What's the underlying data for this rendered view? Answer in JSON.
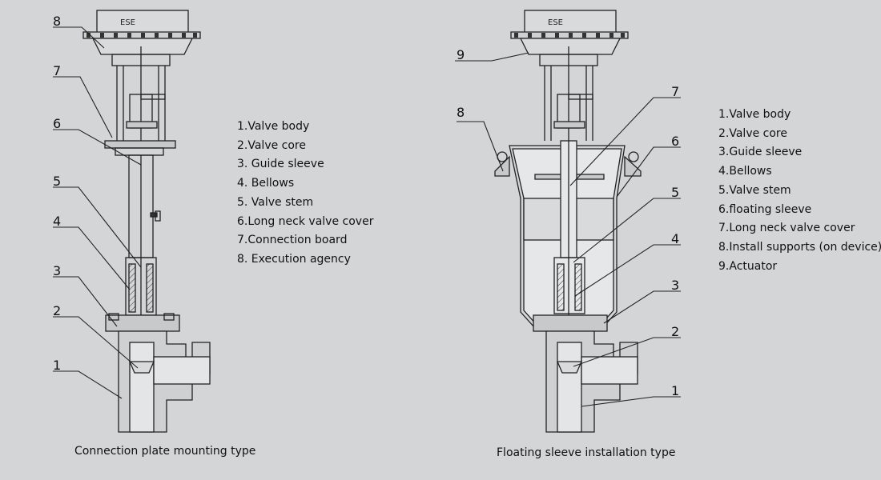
{
  "left_figure": {
    "caption": "Connection plate mounting type",
    "callout_numbers": [
      "8",
      "7",
      "6",
      "5",
      "4",
      "3",
      "2",
      "1"
    ],
    "legend": [
      "1.Valve body",
      "2.Valve core",
      "3. Guide sleeve",
      "4. Bellows",
      "5. Valve stem",
      "6.Long neck valve cover",
      "7.Connection board",
      "8. Execution agency"
    ]
  },
  "right_figure": {
    "caption": "Floating sleeve installation type",
    "callout_numbers": [
      "9",
      "8",
      "7",
      "6",
      "5",
      "4",
      "3",
      "2",
      "1"
    ],
    "legend": [
      "1.Valve body",
      "2.Valve core",
      "3.Guide sleeve",
      "4.Bellows",
      "5.Valve stem",
      "6.floating sleeve",
      "7.Long neck valve cover",
      "8.Install supports (on device)",
      "9.Actuator"
    ]
  },
  "actuator_logo": "ESE"
}
